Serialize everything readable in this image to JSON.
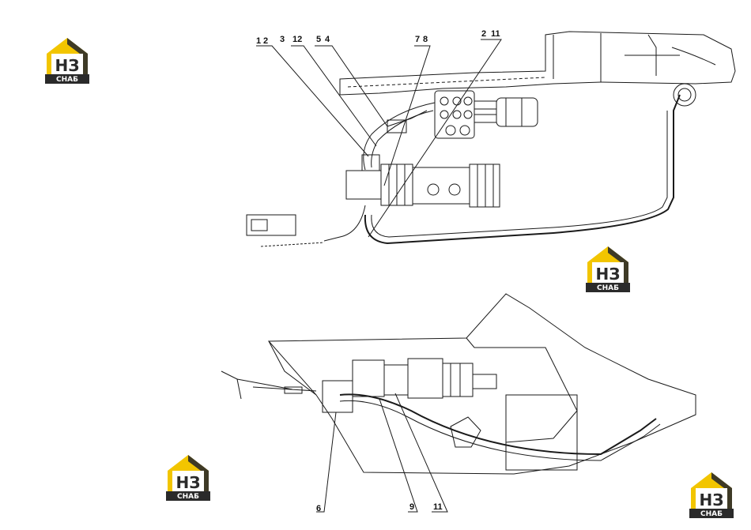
{
  "logos": [
    {
      "letters": "НЗ",
      "caption": "СНАБ"
    },
    {
      "letters": "НЗ",
      "caption": "СНАБ"
    },
    {
      "letters": "НЗ",
      "caption": "СНАБ"
    },
    {
      "letters": "НЗ",
      "caption": "СНАБ"
    }
  ],
  "callouts_top": [
    "1",
    "2",
    "3",
    "12",
    "5",
    "4",
    "7",
    "8",
    "2",
    "11"
  ],
  "callouts_bottom": [
    "6",
    "9",
    "11"
  ],
  "colors": {
    "logo_yellow": "#f2c500",
    "logo_dark": "#2a2a2a",
    "line": "#1a1a1a"
  }
}
